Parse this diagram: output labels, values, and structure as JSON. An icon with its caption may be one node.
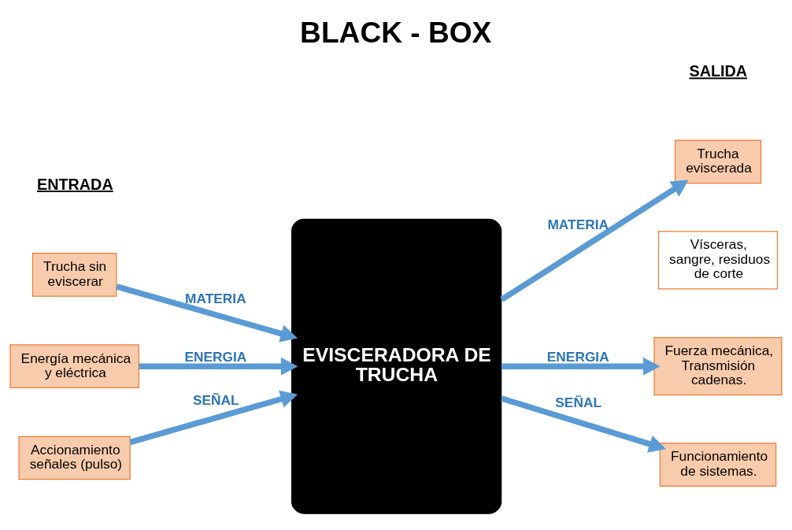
{
  "diagram": {
    "title": "BLACK - BOX",
    "nodes": [
      {
        "text": [
          "Trucha sin eviscerar"
        ]
      },
      {
        "text": [
          "EVISCERADORA DE TRUCHA"
        ]
      },
      {
        "text": [
          "Trucha eviscerada"
        ]
      },
      {
        "text": [
          "Vísceras, sangre, residuos de corte"
        ]
      },
      {
        "text": [
          "Energía mecánica y eléctrica"
        ]
      },
      {
        "text": [
          "Fuerza mecánica, Transmisión cadenas."
        ]
      },
      {
        "text": [
          "Accionamiento señales (pulso)"
        ]
      },
      {
        "text": [
          "Funcionamiento de sistemas."
        ]
      }
    ],
    "edges": [
      {
        "from": 0,
        "to": 1,
        "arrow": "to",
        "label": "MATERIA"
      },
      {
        "from": 4,
        "to": 1,
        "arrow": "to",
        "label": "ENERGIA"
      },
      {
        "from": 6,
        "to": 1,
        "arrow": "to",
        "label": "SEÑAL"
      },
      {
        "from": 1,
        "to": 2,
        "arrow": "to",
        "label": "MATERIA"
      },
      {
        "from": 1,
        "to": 5,
        "arrow": "to",
        "label": "ENERGIA"
      },
      {
        "from": 1,
        "to": 7,
        "arrow": "to",
        "label": "SEÑAL"
      }
    ],
    "labels": [
      "ENTRADA",
      "SALIDA"
    ]
  }
}
